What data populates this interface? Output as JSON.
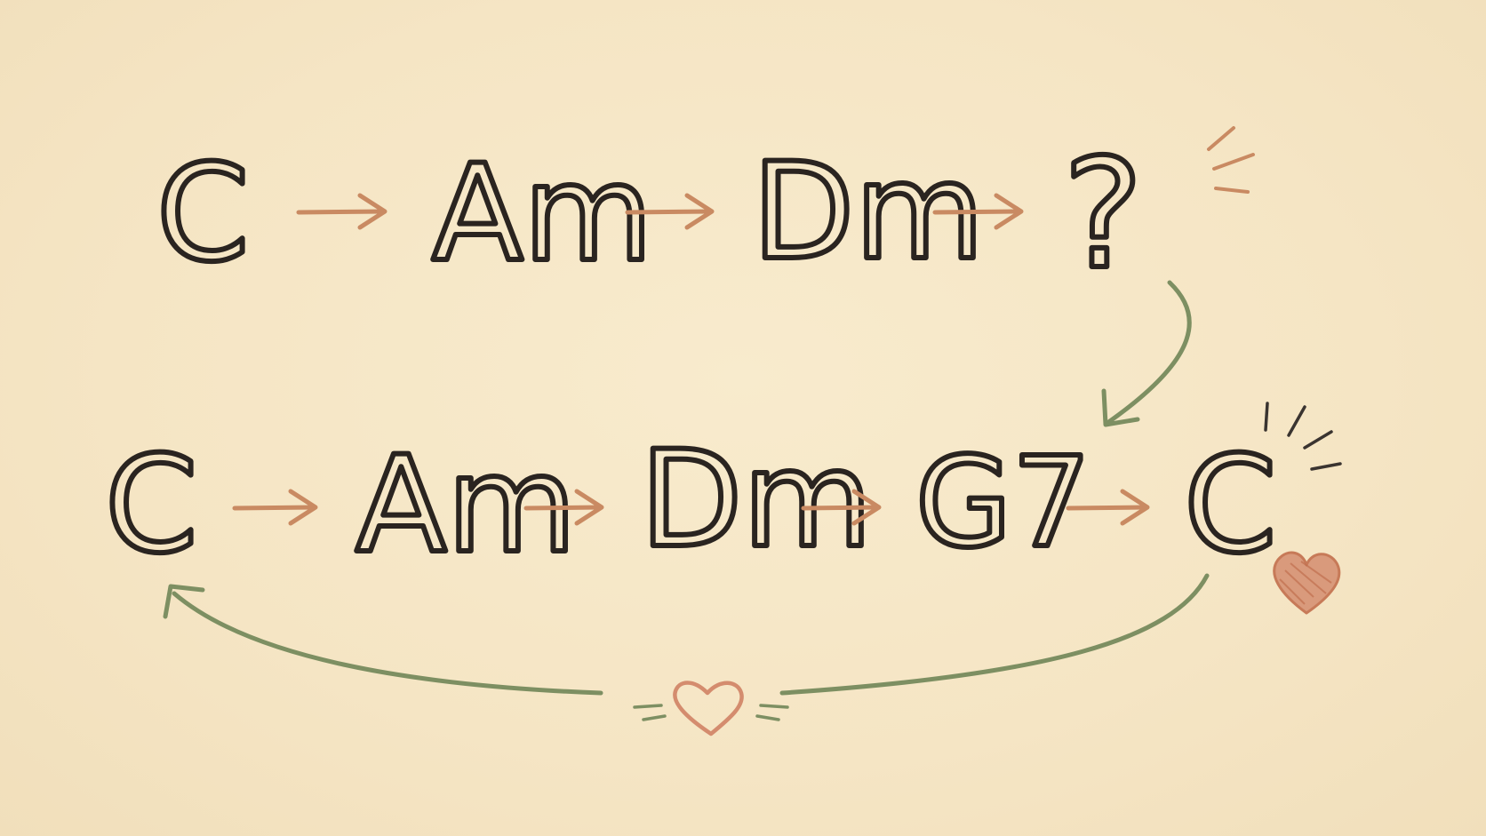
{
  "diagram": {
    "row1": [
      "C",
      "Am",
      "Dm",
      "?"
    ],
    "row2": [
      "C",
      "Am",
      "Dm",
      "G7",
      "C"
    ],
    "colors": {
      "ink": "#2a2420",
      "step_arrow": "#c98a62",
      "curve_arrow": "#7d8f62",
      "heart": "#d48c6e",
      "paper": "#f6e8c9"
    },
    "icons": [
      "arrow-right-icon",
      "curved-arrow-icon",
      "heart-icon",
      "sparkle-lines-icon"
    ]
  }
}
